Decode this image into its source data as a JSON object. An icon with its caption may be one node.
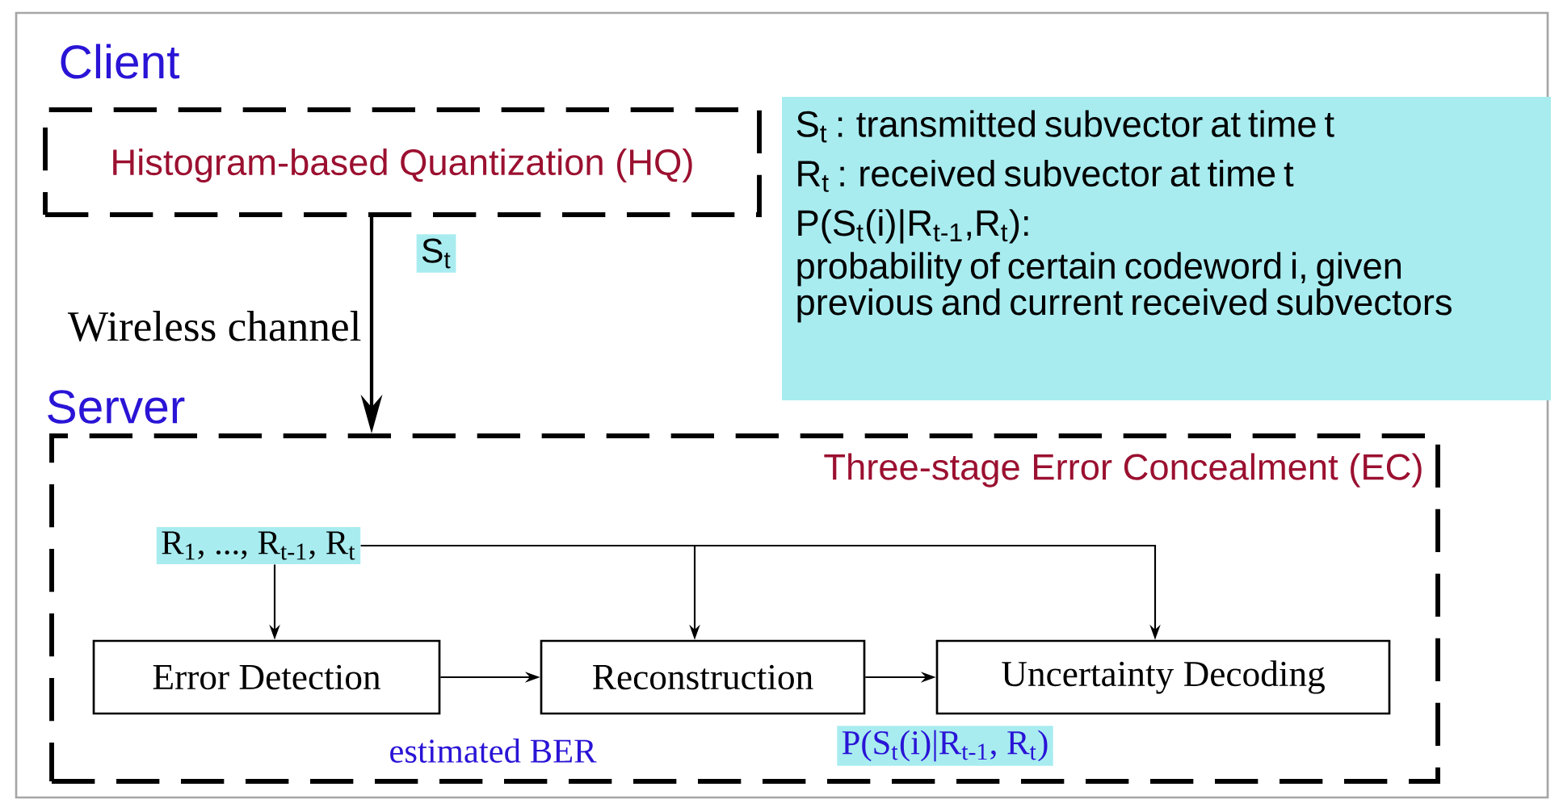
{
  "diagram": {
    "nodes": [
      {
        "text": [
          "Histogram-based Quantization (HQ)"
        ]
      },
      {
        "text": [
          "Three-stage Error Concealment (EC)"
        ]
      },
      {
        "text": [
          "R$_{1}$, ..., R$_{t-1}$, R$_{t}$"
        ],
        "in": 1
      },
      {
        "text": [
          "Error Detection"
        ],
        "in": 1
      },
      {
        "text": [
          "Reconstruction"
        ],
        "in": 1
      },
      {
        "text": [
          "Uncertainty Decoding"
        ],
        "in": 1
      },
      {
        "text": [
          "S$_{t}$ : transmitted subvector at time t",
          "R$_{t}$ : received subvector at time t",
          "P(S$_{t}$(i)|R$_{t-1}$,R$_{t}$):",
          "probability of certain codeword i, given previous and current received subvectors"
        ]
      },
      {
        "text": [
          "P(S$_{t}$(i)|R$_{t-1}$, R$_{t}$)"
        ],
        "in": 1
      }
    ],
    "edges": [
      {
        "from": 0,
        "to": 1,
        "arrow": "to",
        "label": "S$_{t}$"
      },
      {
        "from": 2,
        "to": 3,
        "arrow": "to"
      },
      {
        "from": 2,
        "to": 4,
        "arrow": "to"
      },
      {
        "from": 2,
        "to": 5,
        "arrow": "to"
      },
      {
        "from": 3,
        "to": 4,
        "arrow": "to",
        "label": "estimated BER"
      },
      {
        "from": 4,
        "to": 5,
        "arrow": "to"
      }
    ],
    "labels": [
      "Client",
      "Wireless channel",
      "Server"
    ]
  }
}
